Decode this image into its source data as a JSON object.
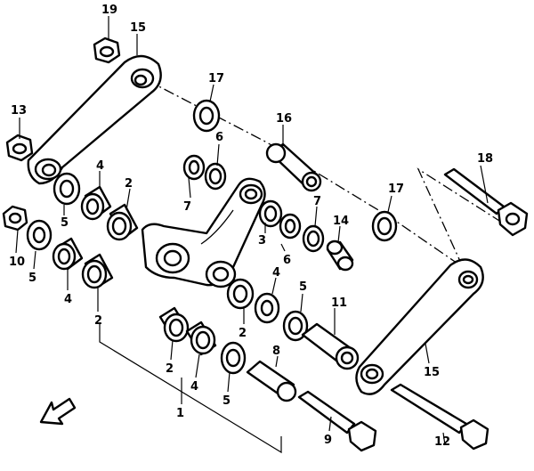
{
  "callouts": [
    {
      "id": "c19",
      "label": "19"
    },
    {
      "id": "c15a",
      "label": "15"
    },
    {
      "id": "c13",
      "label": "13"
    },
    {
      "id": "c17a",
      "label": "17"
    },
    {
      "id": "c16",
      "label": "16"
    },
    {
      "id": "c6a",
      "label": "6"
    },
    {
      "id": "c7a",
      "label": "7"
    },
    {
      "id": "c4a",
      "label": "4"
    },
    {
      "id": "c2a",
      "label": "2"
    },
    {
      "id": "c5a",
      "label": "5"
    },
    {
      "id": "c10",
      "label": "10"
    },
    {
      "id": "c5b",
      "label": "5"
    },
    {
      "id": "c4b",
      "label": "4"
    },
    {
      "id": "c2b",
      "label": "2"
    },
    {
      "id": "c18",
      "label": "18"
    },
    {
      "id": "c17b",
      "label": "17"
    },
    {
      "id": "c7b",
      "label": "7"
    },
    {
      "id": "c14",
      "label": "14"
    },
    {
      "id": "c3",
      "label": "3"
    },
    {
      "id": "c6b",
      "label": "6"
    },
    {
      "id": "c4c",
      "label": "4"
    },
    {
      "id": "c5c",
      "label": "5"
    },
    {
      "id": "c2c",
      "label": "2"
    },
    {
      "id": "c11",
      "label": "11"
    },
    {
      "id": "c2d",
      "label": "2"
    },
    {
      "id": "c4d",
      "label": "4"
    },
    {
      "id": "c5d",
      "label": "5"
    },
    {
      "id": "c8",
      "label": "8"
    },
    {
      "id": "c15b",
      "label": "15"
    },
    {
      "id": "c1",
      "label": "1"
    },
    {
      "id": "c9",
      "label": "9"
    },
    {
      "id": "c12",
      "label": "12"
    }
  ]
}
